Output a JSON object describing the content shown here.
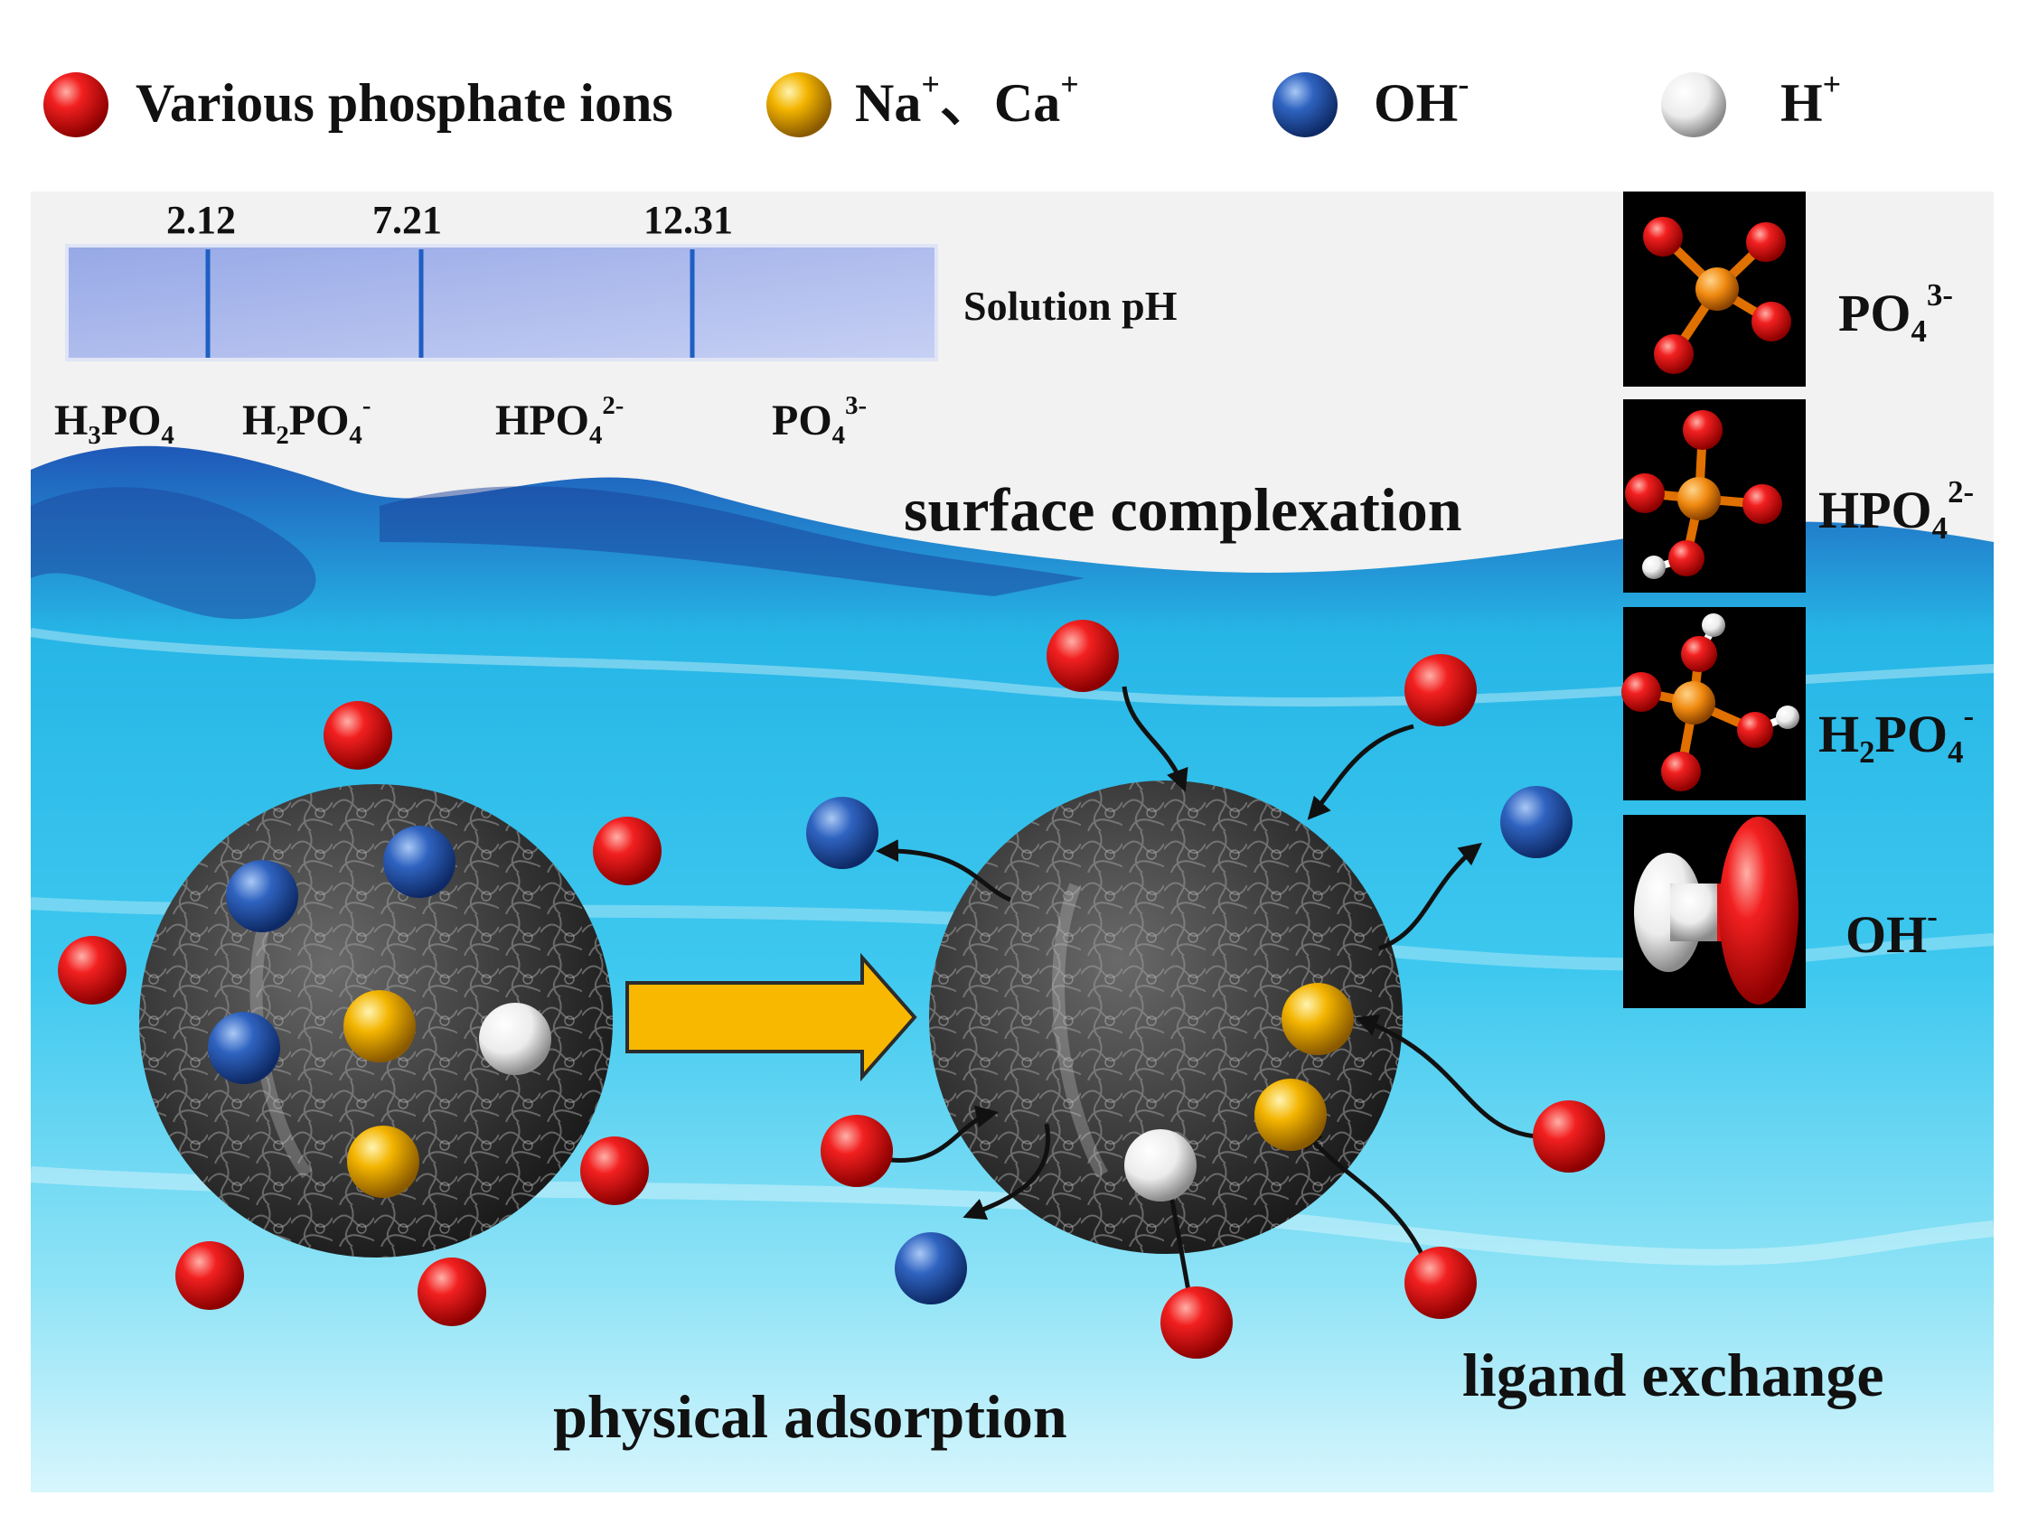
{
  "legend": [
    {
      "name": "phosphate",
      "label": "Various phosphate ions",
      "color": "#e01414"
    },
    {
      "name": "cation",
      "label_html": "Na<sup>+</sup>、Ca<sup>+</sup>",
      "color": "#f0b000"
    },
    {
      "name": "hydroxide",
      "label_html": "OH<sup>-</sup>",
      "color": "#2a63c0"
    },
    {
      "name": "proton",
      "label_html": "H<sup>+</sup>",
      "color": "#f4f4f4"
    }
  ],
  "ph_scale": {
    "title": "Solution pH",
    "ticks": [
      "2.12",
      "7.21",
      "12.31"
    ],
    "species_html": [
      "H<sub>3</sub>PO<sub>4</sub>",
      "H<sub>2</sub>PO<sub>4</sub><sup>-</sup>",
      "HPO<sub>4</sub><sup>2-</sup>",
      "PO<sub>4</sub><sup>3-</sup>"
    ]
  },
  "mechanisms": {
    "surface_complexation": "surface complexation",
    "physical_adsorption": "physical adsorption",
    "ligand_exchange": "ligand exchange"
  },
  "molecules": [
    {
      "label_html": "PO<sub>4</sub><sup>3-</sup>"
    },
    {
      "label_html": "HPO<sub>4</sub><sup>2-</sup>"
    },
    {
      "label_html": "H<sub>2</sub>PO<sub>4</sub><sup>-</sup>"
    },
    {
      "label_html": "OH<sup>-</sup>"
    }
  ],
  "colors": {
    "water_light": "#8fe3f6",
    "water_mid": "#26b6e6",
    "water_dark": "#1f58b8",
    "arrow_fill": "#f8b800",
    "scale_bar": "#a9b7ea",
    "scale_tick": "#1e5fc4"
  }
}
